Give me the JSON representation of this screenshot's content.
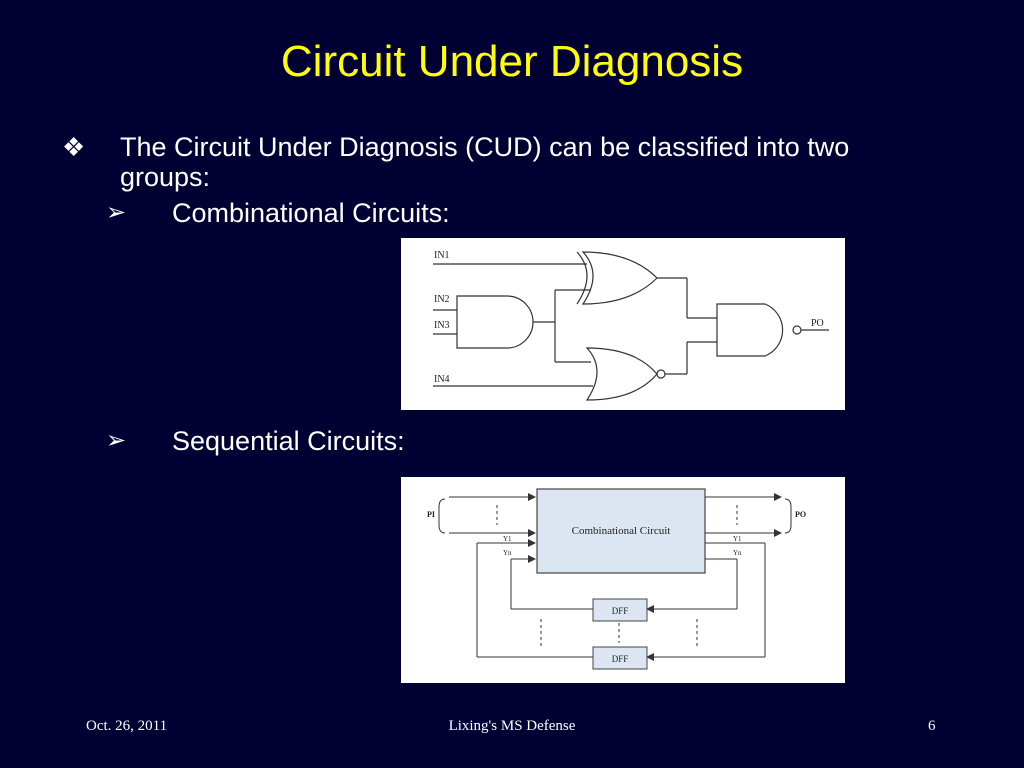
{
  "slide": {
    "title": "Circuit Under Diagnosis",
    "bullet": "The Circuit Under Diagnosis (CUD) can be classified into two groups:",
    "subbullets": [
      "Combinational Circuits:",
      "Sequential Circuits:"
    ]
  },
  "combinational_figure": {
    "inputs": [
      "IN1",
      "IN2",
      "IN3",
      "IN4"
    ],
    "output": "PO"
  },
  "sequential_figure": {
    "block": "Combinational Circuit",
    "pi": "PI",
    "po": "PO",
    "state_in": [
      "Y1",
      "Yn"
    ],
    "state_out": [
      "Y1",
      "Yn"
    ],
    "flipflops": [
      "DFF",
      "DFF"
    ]
  },
  "footer": {
    "date": "Oct. 26, 2011",
    "center": "Lixing's MS Defense",
    "page": "6"
  },
  "colors": {
    "background": "#000033",
    "title": "#ffff00",
    "text": "#ffffff",
    "block_fill": "#dce6f2"
  }
}
